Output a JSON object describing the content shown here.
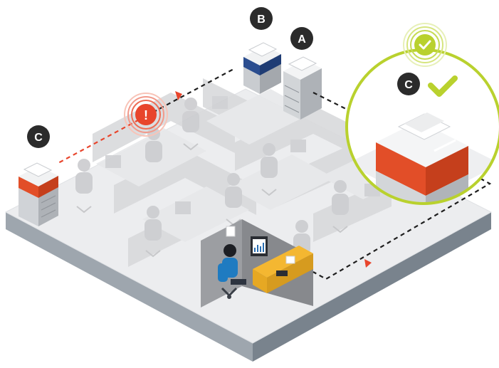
{
  "labels": {
    "printer_a": "A",
    "printer_b": "B",
    "printer_c_left": "C",
    "printer_c_zoom": "C"
  },
  "alert": {
    "symbol": "!"
  },
  "icons": {
    "alert": "alert-exclamation-icon",
    "ok": "checkmark-badge-icon",
    "check": "checkmark-icon"
  },
  "colors": {
    "badge": "#2b2b2b",
    "alert_red": "#e8452c",
    "route_dark": "#1e1e1e",
    "route_red": "#e8452c",
    "approve_green": "#b9d12e",
    "printer_blue": "#2b4d8f",
    "printer_orange": "#e24e28",
    "highlight_desk": "#f4b731",
    "highlight_person": "#1f7bc1"
  }
}
